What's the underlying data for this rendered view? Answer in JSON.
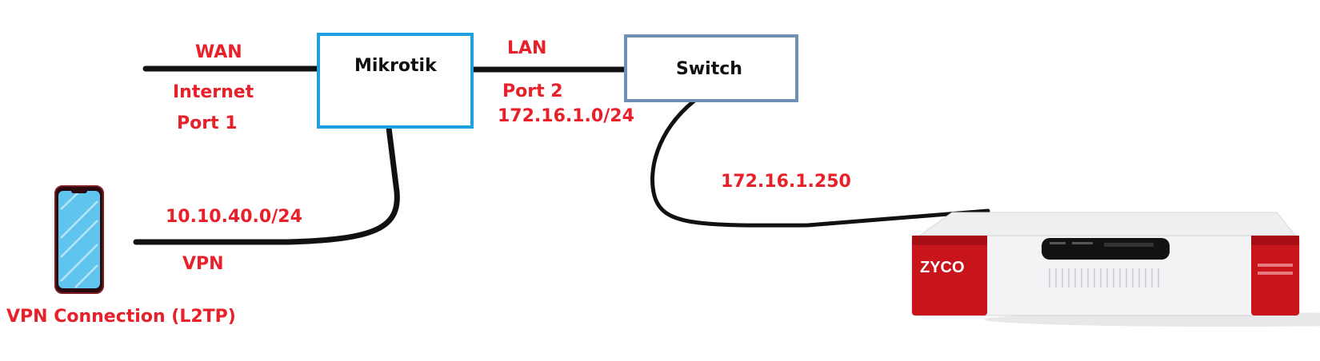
{
  "nodes": {
    "mikrotik": {
      "label": "Mikrotik"
    },
    "switch": {
      "label": "Switch"
    },
    "phone": {
      "label": "VPN Connection (L2TP)"
    },
    "device": {
      "brand": "ZYCO"
    }
  },
  "links": {
    "wan": {
      "label": "WAN",
      "sub1": "Internet",
      "sub2": "Port 1"
    },
    "lan": {
      "label": "LAN",
      "port": "Port 2",
      "subnet": "172.16.1.0/24"
    },
    "vpn": {
      "subnet": "10.10.40.0/24",
      "label": "VPN"
    },
    "device": {
      "ip": "172.16.1.250"
    }
  },
  "colors": {
    "label_red": "#e8202a",
    "mikrotik_border": "#1ea0e0",
    "switch_border": "#6f8fb5",
    "line": "#111111",
    "device_red": "#c8151c",
    "phone_screen": "#5fc4ee"
  }
}
